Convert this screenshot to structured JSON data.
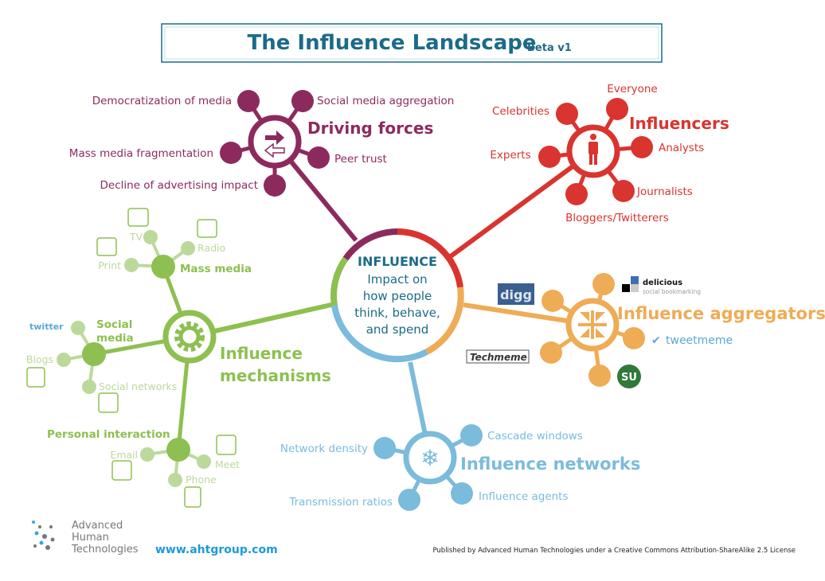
{
  "title": {
    "main": "The Influence Landscape",
    "version": "Beta v1"
  },
  "center": {
    "heading": "INFLUENCE",
    "lines": [
      "Impact on",
      "how people",
      "think, behave,",
      "and spend"
    ]
  },
  "driving_forces": {
    "label": "Driving forces",
    "items": [
      "Democratization of media",
      "Social media aggregation",
      "Mass media fragmentation",
      "Peer trust",
      "Decline of advertising impact"
    ]
  },
  "influencers": {
    "label": "Influencers",
    "items": [
      "Everyone",
      "Celebrities",
      "Analysts",
      "Experts",
      "Journalists",
      "Bloggers/Twitterers"
    ]
  },
  "aggregators": {
    "label": "Influence aggregators",
    "logos": {
      "digg": "digg",
      "delicious": "delicious",
      "delicious_sub": "social bookmarking",
      "tweetmeme": "tweetmeme",
      "techmeme": "Techmeme",
      "stumbleupon": "SU"
    }
  },
  "networks": {
    "label": "Influence networks",
    "items": [
      "Network density",
      "Cascade windows",
      "Transmission ratios",
      "Influence agents"
    ]
  },
  "mechanisms": {
    "label_line1": "Influence",
    "label_line2": "mechanisms",
    "mass_media": {
      "label": "Mass media",
      "items": [
        "TV",
        "Radio",
        "Print"
      ]
    },
    "social_media": {
      "label_line1": "Social",
      "label_line2": "media",
      "items": [
        "twitter",
        "Blogs",
        "Social networks"
      ]
    },
    "personal": {
      "label": "Personal interaction",
      "items": [
        "Email",
        "Meet",
        "Phone"
      ]
    }
  },
  "footer": {
    "company": [
      "Advanced",
      "Human",
      "Technologies"
    ],
    "url": "www.ahtgroup.com",
    "license": "Published by Advanced Human Technologies under a Creative Commons Attribution-ShareAlike 2.5 License"
  },
  "colors": {
    "title": "#1b6b88",
    "driving": "#8c2a5e",
    "influencers": "#d9342f",
    "mechanisms": "#8dc050",
    "aggregators": "#efac56",
    "networks": "#7bbbdc"
  }
}
